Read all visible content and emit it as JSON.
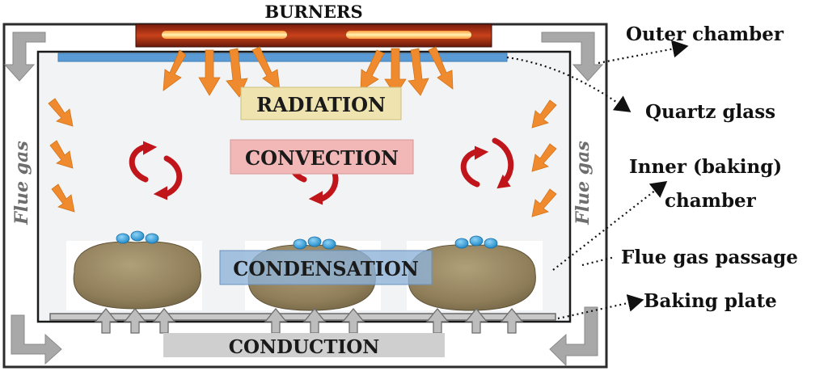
{
  "labels": {
    "burners": "BURNERS",
    "outer_chamber": "Outer chamber",
    "quartz_glass": "Quartz glass",
    "inner_chamber_line1": "Inner (baking)",
    "inner_chamber_line2": "chamber",
    "flue_gas_passage": "Flue gas passage",
    "baking_plate": "Baking plate",
    "flue_gas_left": "Flue gas",
    "flue_gas_right": "Flue gas"
  },
  "processes": {
    "radiation": "RADIATION",
    "convection": "CONVECTION",
    "condensation": "CONDENSATION",
    "conduction": "CONDUCTION"
  },
  "colors": {
    "radiation_arrow": "#f08a2e",
    "convection_arrow": "#c0161b",
    "condensation_drop": "#2f9fd8",
    "quartz": "#5b9bd5",
    "flue_arrow": "#a6a6a6",
    "radiation_box": "#efe3b0",
    "convection_box": "#f2b8b8",
    "condensation_box": "#a9c6e2",
    "conduction_box": "#cfcfcf"
  }
}
